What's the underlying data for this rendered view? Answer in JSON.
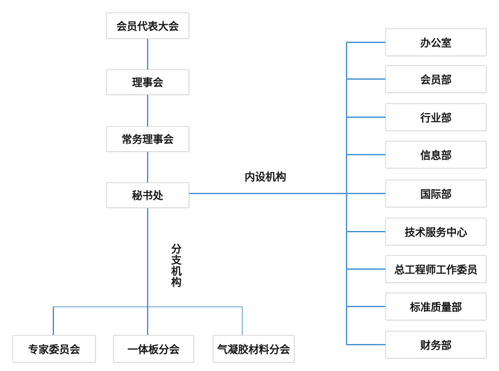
{
  "org_chart": {
    "type": "org-tree",
    "main_chain": {
      "member_congress": "会员代表大会",
      "council": "理事会",
      "standing_council": "常务理事会",
      "secretariat": "秘书处"
    },
    "internal_group_label": "内设机构",
    "branch_group_label": "分支机构",
    "internal_departments": [
      "办公室",
      "会员部",
      "行业部",
      "信息部",
      "国际部",
      "技术服务中心",
      "总工程师工作委员",
      "标准质量部",
      "财务部"
    ],
    "branches": [
      "专家委员会",
      "一体板分会",
      "气凝胶材料分会"
    ],
    "colors": {
      "connector_blue": "#5B9BD5",
      "box_border": "#D6D6D6",
      "box_fill": "#FFFFFF",
      "text": "#1A1A1A",
      "background": "#FFFFFF"
    }
  }
}
